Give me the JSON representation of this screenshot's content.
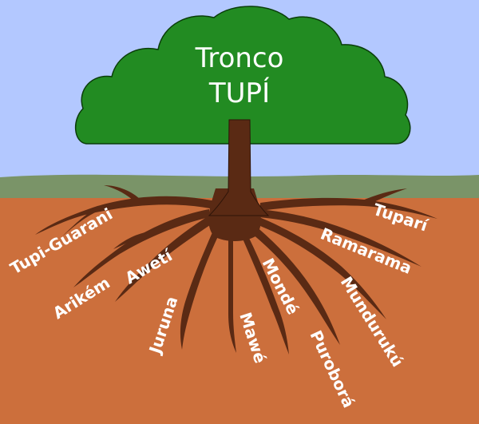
{
  "tree": {
    "title_line1": "Tronco",
    "title_line2": "TUPÍ"
  },
  "roots": [
    {
      "id": "tupi-guarani",
      "label": "Tupi-Guarani"
    },
    {
      "id": "arikem",
      "label": "Arikém"
    },
    {
      "id": "aweti",
      "label": "Awetí"
    },
    {
      "id": "juruna",
      "label": "Juruna"
    },
    {
      "id": "mawe",
      "label": "Mawé"
    },
    {
      "id": "monde",
      "label": "Mondé"
    },
    {
      "id": "purobora",
      "label": "Puroborá"
    },
    {
      "id": "munduruku",
      "label": "Mundurukú"
    },
    {
      "id": "ramarama",
      "label": "Ramarama"
    },
    {
      "id": "tupari",
      "label": "Tuparí"
    }
  ],
  "colors": {
    "sky": "#b3c8ff",
    "grass": "#7a9468",
    "soil": "#cc6f3c",
    "trunk": "#5a2a14",
    "crown": "#228b22",
    "crown_outline": "#0a3d0a",
    "text": "#ffffff"
  }
}
